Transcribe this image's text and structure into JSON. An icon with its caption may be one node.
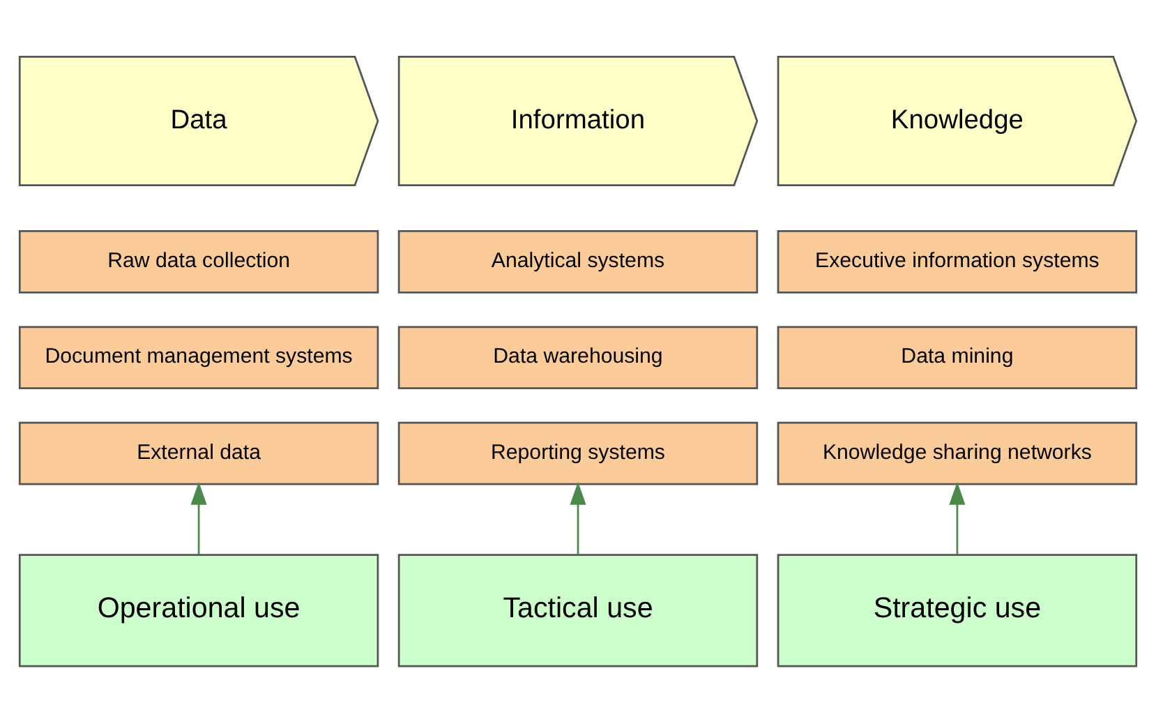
{
  "diagram": {
    "nodes": [
      {
        "text": [
          "Data"
        ]
      },
      {
        "text": [
          "Information"
        ]
      },
      {
        "text": [
          "Knowledge"
        ]
      },
      {
        "text": [
          "Raw data collection"
        ]
      },
      {
        "text": [
          "Analytical systems"
        ]
      },
      {
        "text": [
          "Executive information systems"
        ]
      },
      {
        "text": [
          "Document management systems"
        ]
      },
      {
        "text": [
          "Data warehousing"
        ]
      },
      {
        "text": [
          "Data mining"
        ]
      },
      {
        "text": [
          "External data"
        ]
      },
      {
        "text": [
          "Reporting systems"
        ]
      },
      {
        "text": [
          "Knowledge sharing networks"
        ]
      },
      {
        "text": [
          "Operational use"
        ]
      },
      {
        "text": [
          "Tactical use"
        ]
      },
      {
        "text": [
          "Strategic use"
        ]
      }
    ],
    "edges": [
      {
        "from": 12,
        "to": 9,
        "arrow": "to"
      },
      {
        "from": 13,
        "to": 10,
        "arrow": "to"
      },
      {
        "from": 14,
        "to": 11,
        "arrow": "to"
      }
    ]
  }
}
